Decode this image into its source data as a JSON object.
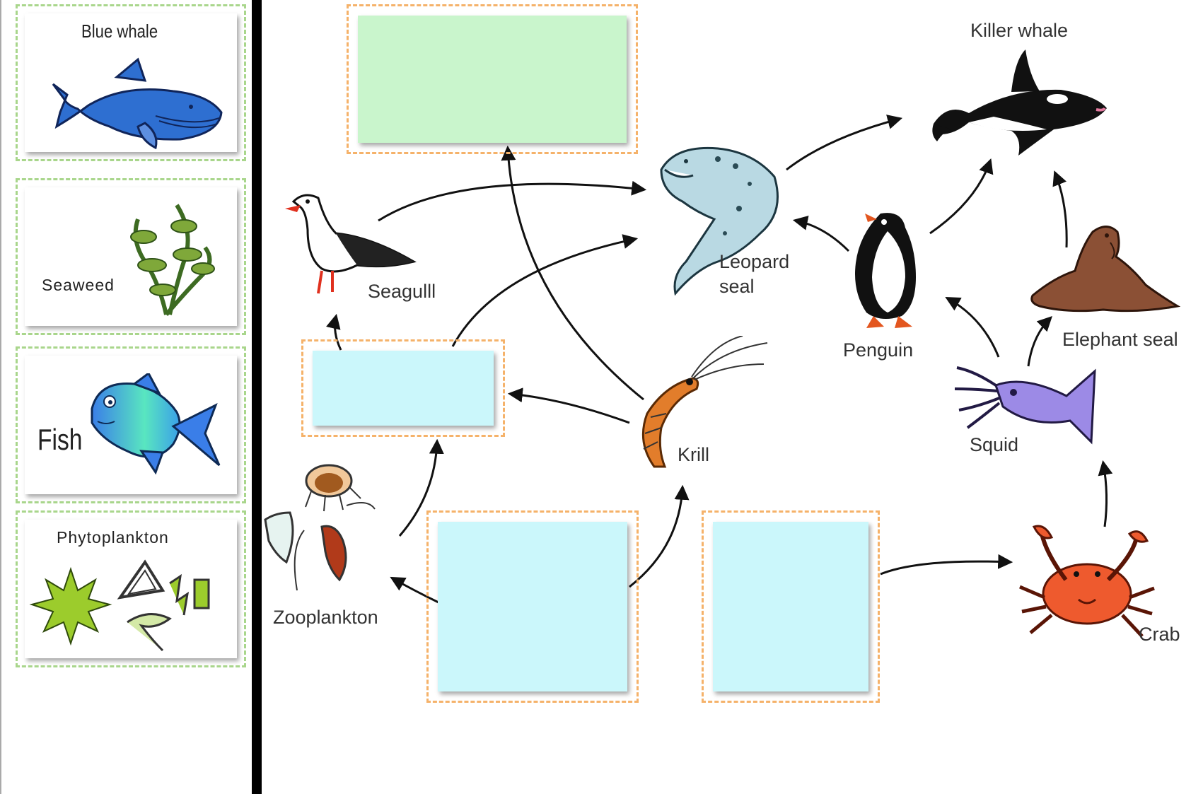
{
  "bank": {
    "cards": [
      {
        "label": "Blue whale"
      },
      {
        "label": "Seaweed"
      },
      {
        "label": "Fish"
      },
      {
        "label": "Phytoplankton"
      }
    ]
  },
  "web": {
    "labels": {
      "killer_whale": "Killer whale",
      "seagull": "Seagulll",
      "leopard_seal_1": "Leopard",
      "leopard_seal_2": "seal",
      "penguin": "Penguin",
      "elephant_seal": "Elephant seal",
      "squid": "Squid",
      "krill": "Krill",
      "zooplankton": "Zooplankton",
      "crab": "Crab"
    }
  },
  "colors": {
    "drop_top": "#c9f5cc",
    "drop_other": "#cbf7fb",
    "zone_border": "#f5b26a",
    "slot_border": "#a9d68c"
  }
}
